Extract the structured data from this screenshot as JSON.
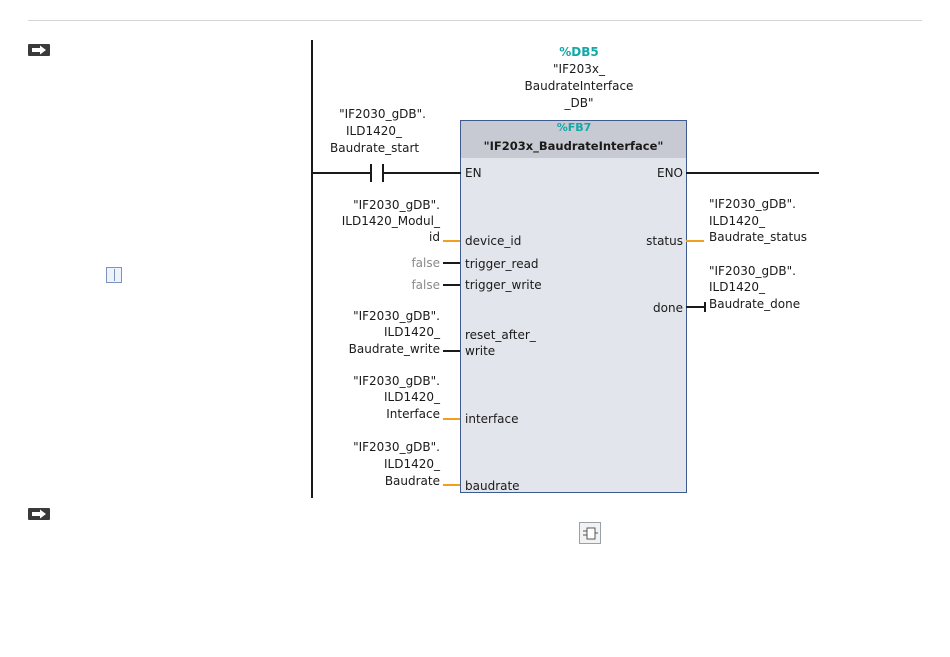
{
  "instance_db": {
    "number": "%DB5",
    "name_lines": [
      "\"IF203x_",
      "BaudrateInterface",
      "_DB\""
    ]
  },
  "block": {
    "number": "%FB7",
    "title": "\"IF203x_BaudrateInterface\"",
    "pins": {
      "en": "EN",
      "eno": "ENO",
      "device_id": "device_id",
      "trigger_read": "trigger_read",
      "trigger_write": "trigger_write",
      "reset_after_line1": "reset_after_",
      "reset_after_line2": "write",
      "interface": "interface",
      "baudrate": "baudrate",
      "status": "status",
      "done": "done"
    }
  },
  "contact": {
    "lines": [
      "\"IF2030_gDB\".",
      "ILD1420_",
      "Baudrate_start"
    ]
  },
  "inputs": {
    "device_id": [
      "\"IF2030_gDB\".",
      "ILD1420_Modul_",
      "id"
    ],
    "trigger_read": "false",
    "trigger_write": "false",
    "reset_after_write": [
      "\"IF2030_gDB\".",
      "ILD1420_",
      "Baudrate_write"
    ],
    "interface": [
      "\"IF2030_gDB\".",
      "ILD1420_",
      "Interface"
    ],
    "baudrate": [
      "\"IF2030_gDB\".",
      "ILD1420_",
      "Baudrate"
    ]
  },
  "outputs": {
    "status": [
      "\"IF2030_gDB\".",
      "ILD1420_",
      "Baudrate_status"
    ],
    "done": [
      "\"IF2030_gDB\".",
      "ILD1420_",
      "Baudrate_done"
    ]
  },
  "icons": {
    "network_arrow": "right-arrow-icon",
    "comment_toggle": "split-view-icon",
    "fbd_marker": "fbd-network-icon"
  }
}
